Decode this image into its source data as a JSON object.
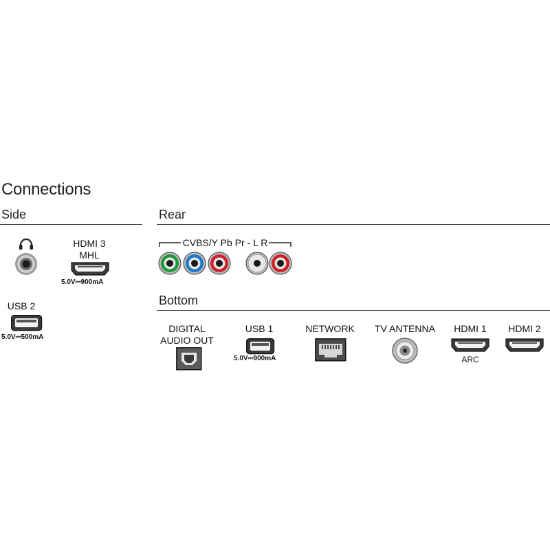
{
  "title": "Connections",
  "side": {
    "heading": "Side",
    "headphone": {
      "icon": "headphone-icon"
    },
    "hdmi3": {
      "label_line1": "HDMI 3",
      "label_line2": "MHL",
      "power": "5.0V⎓900mA"
    },
    "usb2": {
      "label": "USB 2",
      "power": "5.0V⎓500mA"
    }
  },
  "rear": {
    "heading": "Rear",
    "bracket_label": "CVBS/Y Pb Pr - L R",
    "jacks": [
      {
        "name": "green",
        "color": "#1e9a3a"
      },
      {
        "name": "blue",
        "color": "#1f78c8"
      },
      {
        "name": "red",
        "color": "#d0202a"
      },
      {
        "name": "white",
        "color": "#e8e8e8"
      },
      {
        "name": "red",
        "color": "#d0202a"
      }
    ]
  },
  "bottom": {
    "heading": "Bottom",
    "digital_audio": {
      "label_line1": "DIGITAL",
      "label_line2": "AUDIO OUT"
    },
    "usb1": {
      "label": "USB 1",
      "power": "5.0V⎓900mA"
    },
    "network": {
      "label": "NETWORK"
    },
    "antenna": {
      "label": "TV ANTENNA"
    },
    "hdmi1": {
      "label": "HDMI 1",
      "sub": "ARC"
    },
    "hdmi2": {
      "label": "HDMI 2"
    }
  }
}
